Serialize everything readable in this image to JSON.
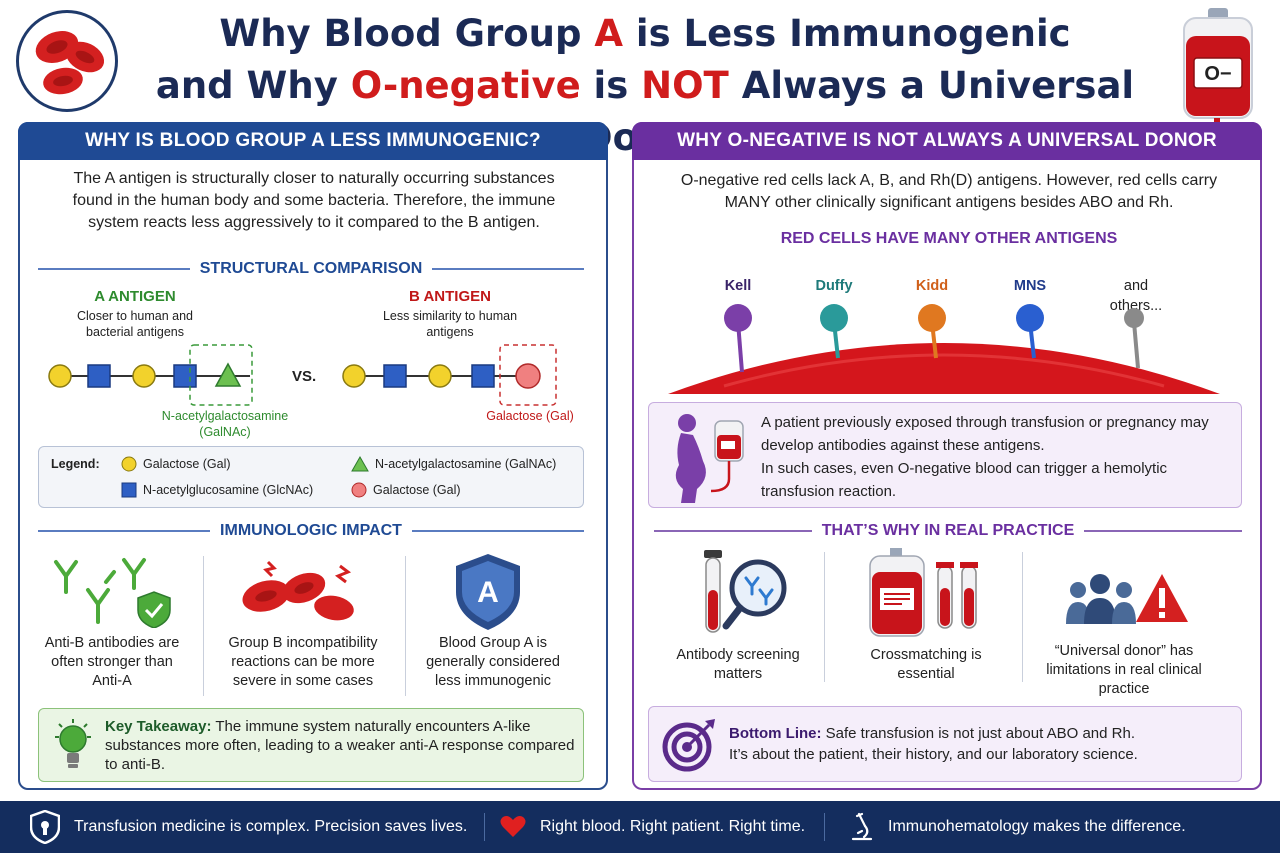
{
  "title": {
    "line1_pre": "Why Blood Group ",
    "line1_red": "A",
    "line1_post": " is Less Immunogenic",
    "line2_pre": "and Why ",
    "line2_red1": "O-negative",
    "line2_mid": " is ",
    "line2_red2": "NOT",
    "line2_post": " Always a Universal Donor"
  },
  "bag_label": "O−",
  "left": {
    "heading": "WHY IS BLOOD GROUP A LESS IMMUNOGENIC?",
    "intro": "The A antigen is structurally closer to naturally occurring substances found in the human body and some bacteria. Therefore, the immune system reacts less aggressively to it compared to the B antigen.",
    "structural_title": "STRUCTURAL COMPARISON",
    "a_antigen": {
      "label": "A ANTIGEN",
      "sub": "Closer to human and bacterial antigens",
      "terminal": "N-acetylgalactosamine (GalNAc)"
    },
    "vs": "VS.",
    "b_antigen": {
      "label": "B ANTIGEN",
      "sub": "Less similarity to human antigens",
      "terminal": "Galactose (Gal)"
    },
    "legend": {
      "title": "Legend:",
      "items": [
        "Galactose (Gal)",
        "N-acetylglucosamine (GlcNAc)",
        "N-acetylgalactosamine (GalNAc)",
        "Galactose (Gal)"
      ]
    },
    "impact_title": "IMMUNOLOGIC IMPACT",
    "impacts": [
      "Anti-B antibodies are often stronger than Anti-A",
      "Group B incompatibility reactions can be more severe in some cases",
      "Blood Group A is generally considered less immunogenic"
    ],
    "shield_letter": "A",
    "takeaway_label": "Key Takeaway:",
    "takeaway_text": " The immune system naturally encounters A-like substances more often, leading to a weaker anti-A response compared to anti-B."
  },
  "right": {
    "heading": "WHY O-NEGATIVE IS NOT ALWAYS A UNIVERSAL DONOR",
    "intro": "O-negative red cells lack A, B, and Rh(D) antigens. However, red cells carry MANY other clinically significant antigens besides ABO and Rh.",
    "antigens_title": "RED CELLS HAVE MANY OTHER ANTIGENS",
    "antigens": [
      {
        "name": "Kell",
        "color": "#7b3fa8",
        "text_color": "#3a2468"
      },
      {
        "name": "Duffy",
        "color": "#2a9a9a",
        "text_color": "#1e7a7a"
      },
      {
        "name": "Kidd",
        "color": "#e07820",
        "text_color": "#d0601a"
      },
      {
        "name": "MNS",
        "color": "#2a5fd0",
        "text_color": "#1f3a8a"
      },
      {
        "name": "and others...",
        "color": "#8a8a8a",
        "text_color": "#222222"
      }
    ],
    "patient_text": [
      "A patient previously exposed through transfusion or pregnancy may",
      "develop antibodies against these antigens.",
      "In such cases, even O-negative blood can trigger a hemolytic",
      "transfusion reaction."
    ],
    "practice_title": "THAT’S WHY IN REAL PRACTICE",
    "practices": [
      "Antibody screening matters",
      "Crossmatching is essential",
      "“Universal donor” has limitations in real clinical practice"
    ],
    "bottom_label": "Bottom Line:",
    "bottom_text1": " Safe transfusion is not just about ABO and Rh.",
    "bottom_text2": "It’s about the patient, their history, and our laboratory science."
  },
  "footer": [
    "Transfusion medicine is complex. Precision saves lives.",
    "Right blood. Right patient. Right time.",
    "Immunohematology makes the difference."
  ]
}
